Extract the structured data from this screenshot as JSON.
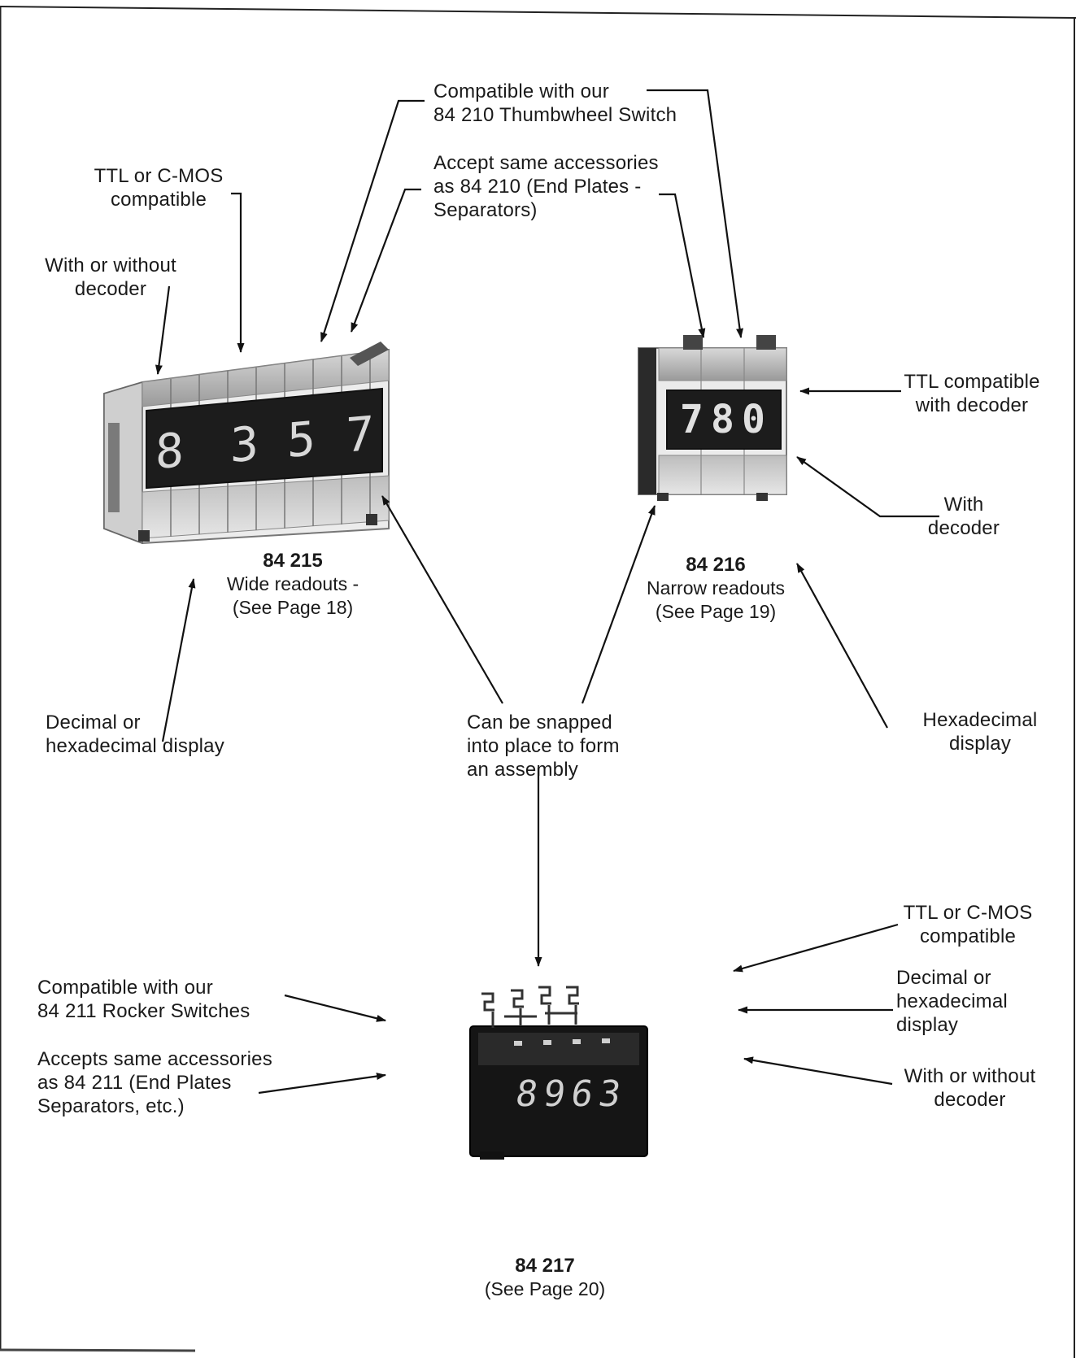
{
  "labels": {
    "compatible_84210": "Compatible with our\n84 210 Thumbwheel Switch",
    "accept_accessories_84210": "Accept same accessories\nas 84 210 (End Plates -\nSeparators)",
    "ttl_cmos_top": "TTL or C-MOS\ncompatible",
    "with_or_without_decoder_top": "With or without\ndecoder",
    "ttl_with_decoder": "TTL compatible\nwith decoder",
    "with_decoder": "With\ndecoder",
    "decimal_or_hex_left": "Decimal or\nhexadecimal display",
    "can_be_snapped": "Can be snapped\ninto place to form\nan assembly",
    "hexadecimal_display": "Hexadecimal\ndisplay",
    "compatible_84211": "Compatible with our\n84 211 Rocker Switches",
    "accepts_accessories_84211": "Accepts same accessories\nas 84 211 (End Plates\nSeparators, etc.)",
    "ttl_cmos_bottom": "TTL or C-MOS\ncompatible",
    "decimal_or_hex_bottom": "Decimal or\nhexadecimal\ndisplay",
    "with_or_without_decoder_bottom": "With or without\ndecoder"
  },
  "products": {
    "p84215": {
      "number": "84 215",
      "desc": "Wide readouts -\n(See Page 18)",
      "digits": [
        "8",
        "3",
        "5",
        "7"
      ]
    },
    "p84216": {
      "number": "84 216",
      "desc": "Narrow readouts\n(See Page 19)",
      "digits": [
        "7",
        "8",
        "0"
      ]
    },
    "p84217": {
      "number": "84 217",
      "desc": "(See Page 20)",
      "digits": [
        "8",
        "9",
        "6",
        "3"
      ]
    }
  }
}
